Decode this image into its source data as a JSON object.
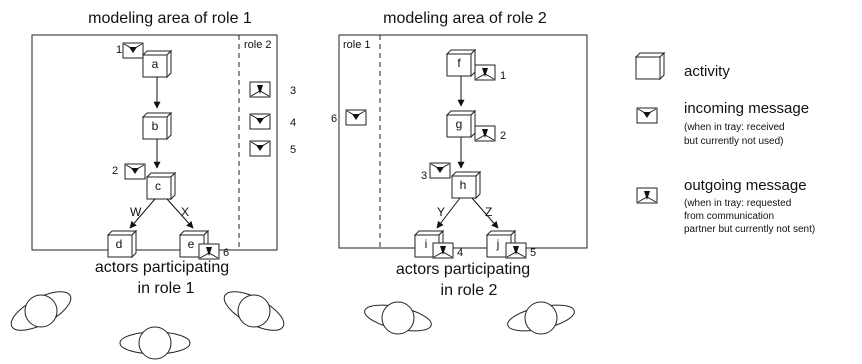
{
  "titles": {
    "area1": "modeling area of role 1",
    "area2": "modeling area of role 2"
  },
  "trays": {
    "area1_tray_label": "role 2",
    "area2_tray_label": "role 1"
  },
  "area1": {
    "activities": [
      "a",
      "b",
      "c",
      "d",
      "e"
    ],
    "message_numbers": [
      "1",
      "2",
      "3",
      "4",
      "5",
      "6"
    ],
    "branch_labels": [
      "W",
      "X"
    ]
  },
  "area2": {
    "activities": [
      "f",
      "g",
      "h",
      "i",
      "j"
    ],
    "message_numbers": [
      "1",
      "2",
      "3",
      "4",
      "5",
      "6"
    ],
    "branch_labels": [
      "Y",
      "Z"
    ]
  },
  "legend": {
    "activity": "activity",
    "incoming_title": "incoming message",
    "incoming_note": [
      "(when in tray: received",
      "but currently not used)"
    ],
    "outgoing_title": "outgoing message",
    "outgoing_note": [
      "(when in  tray: requested",
      "from communication",
      "partner but currently not sent)"
    ]
  },
  "actors": {
    "area1": [
      "actors participating",
      "in role 1"
    ],
    "area2": [
      "actors participating",
      "in role 2"
    ]
  }
}
